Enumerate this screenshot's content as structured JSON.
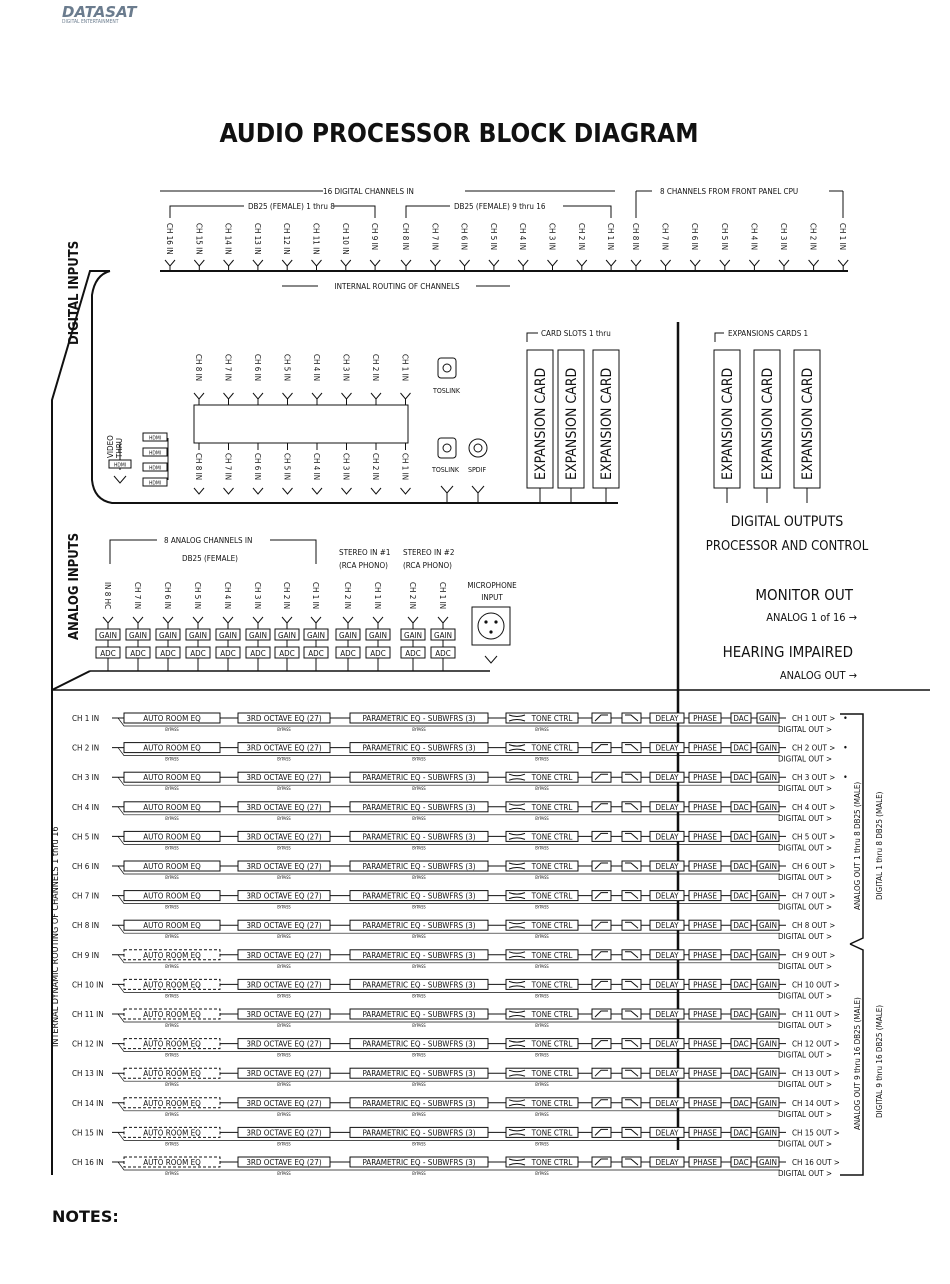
{
  "brand": {
    "name": "DATASAT",
    "subtitle": "DIGITAL ENTERTAINMENT",
    "color": "#6b7c8e"
  },
  "title": "AUDIO PROCESSOR BLOCK DIAGRAM",
  "digital_inputs": {
    "side_label": "DIGITAL INPUTS",
    "sixteen_label": "16 DIGITAL CHANNELS IN",
    "db25_a_label": "DB25 (FEMALE) 1 thru 8",
    "db25_b_label": "DB25 (FEMALE) 9 thru 16",
    "front_panel_label": "8 CHANNELS FROM FRONT PANEL CPU",
    "group_a": [
      "CH 16 IN",
      "CH 15 IN",
      "CH 14 IN",
      "CH 13 IN",
      "CH 12 IN",
      "CH 11 IN",
      "CH 10 IN",
      "CH 9 IN"
    ],
    "group_b": [
      "CH 8 IN",
      "CH 7 IN",
      "CH 6 IN",
      "CH 5 IN",
      "CH 4 IN",
      "CH 3 IN",
      "CH 2 IN",
      "CH 1 IN"
    ],
    "group_c": [
      "CH 8 IN",
      "CH 7 IN",
      "CH 6 IN",
      "CH 5 IN",
      "CH 4 IN",
      "CH 3 IN",
      "CH 2 IN",
      "CH 1 IN"
    ],
    "internal_routing": "INTERNAL ROUTING OF CHANNELS"
  },
  "hdmi_section": {
    "video_thru_line1": "VIDEO",
    "video_thru_line2": "THRU",
    "hdmi_label": "HDMI",
    "top_channels": [
      "CH 8 IN",
      "CH 7 IN",
      "CH 6 IN",
      "CH 5 IN",
      "CH 4 IN",
      "CH 3 IN",
      "CH 2 IN",
      "CH 1 IN"
    ],
    "bottom_channels": [
      "CH 8 IN",
      "CH 7 IN",
      "CH 6 IN",
      "CH 5 IN",
      "CH 4 IN",
      "CH 3 IN",
      "CH 2 IN",
      "CH 1 IN"
    ],
    "toslink_top": "TOSLINK",
    "toslink_bottom": "TOSLINK",
    "spdif": "SPDIF"
  },
  "card_slots": {
    "label": "CARD SLOTS 1 thru",
    "cards": [
      "EXPANSION CARD",
      "EXPANSION CARD",
      "EXPANSION CARD"
    ]
  },
  "expansion_cards": {
    "label": "EXPANSIONS CARDS 1",
    "cards": [
      "EXPANSION CARD",
      "EXPANSION CARD",
      "EXPANSION CARD"
    ]
  },
  "digital_outputs": {
    "line1": "DIGITAL OUTPUTS",
    "line2": "PROCESSOR AND CONTROL"
  },
  "monitor_out": {
    "title": "MONITOR OUT",
    "sub": "ANALOG 1 of 16 →"
  },
  "hearing_impaired": {
    "title": "HEARING IMPAIRED",
    "sub": "ANALOG OUT →"
  },
  "analog_inputs": {
    "side_label": "ANALOG INPUTS",
    "eight_label": "8 ANALOG CHANNELS IN",
    "db25_label": "DB25 (FEMALE)",
    "stereo1_line1": "STEREO IN #1",
    "stereo1_line2": "(RCA PHONO)",
    "stereo2_line1": "STEREO IN #2",
    "stereo2_line2": "(RCA PHONO)",
    "mic_line1": "MICROPHONE",
    "mic_line2": "INPUT",
    "db25_channels": [
      "IN 8 HC",
      "CH 7 IN",
      "CH 6 IN",
      "CH 5 IN",
      "CH 4 IN",
      "CH 3 IN",
      "CH 2 IN",
      "CH 1 IN"
    ],
    "stereo1_channels": [
      "CH 2 IN",
      "CH 1 IN"
    ],
    "stereo2_channels": [
      "CH 2 IN",
      "CH 1 IN"
    ],
    "gain": "GAIN",
    "adc": "ADC"
  },
  "routing_label": "INTERNAL DYNAMIC ROUTING OF CHANNELS 1 thru 16",
  "chain": {
    "auto_room_eq": "AUTO ROOM EQ",
    "third_octave": "3RD OCTAVE EQ (27)",
    "parametric": "PARAMETRIC EQ - SUBWFRS (3)",
    "tone_ctrl": "TONE CTRL",
    "delay": "DELAY",
    "phase": "PHASE",
    "dac": "DAC",
    "gain": "GAIN",
    "bypass": "BYPASS"
  },
  "rows": [
    {
      "in": "CH 1 IN",
      "out": "CH 1 OUT >",
      "digital": "DIGITAL OUT >",
      "dot": "•"
    },
    {
      "in": "CH 2 IN",
      "out": "CH 2 OUT >",
      "digital": "DIGITAL OUT >",
      "dot": "•"
    },
    {
      "in": "CH 3 IN",
      "out": "CH 3 OUT >",
      "digital": "DIGITAL OUT >",
      "dot": "•"
    },
    {
      "in": "CH 4 IN",
      "out": "CH 4 OUT >",
      "digital": "DIGITAL OUT >",
      "dot": ""
    },
    {
      "in": "CH 5 IN",
      "out": "CH 5 OUT >",
      "digital": "DIGITAL OUT >",
      "dot": ""
    },
    {
      "in": "CH 6 IN",
      "out": "CH 6 OUT >",
      "digital": "DIGITAL OUT >",
      "dot": ""
    },
    {
      "in": "CH 7 IN",
      "out": "CH 7 OUT >",
      "digital": "DIGITAL OUT >",
      "dot": ""
    },
    {
      "in": "CH 8 IN",
      "out": "CH 8 OUT >",
      "digital": "DIGITAL OUT >",
      "dot": ""
    },
    {
      "in": "CH 9 IN",
      "out": "CH 9 OUT >",
      "digital": "DIGITAL OUT >",
      "dot": ""
    },
    {
      "in": "CH 10 IN",
      "out": "CH 10 OUT >",
      "digital": "DIGITAL OUT >",
      "dot": ""
    },
    {
      "in": "CH 11 IN",
      "out": "CH 11 OUT >",
      "digital": "DIGITAL OUT >",
      "dot": ""
    },
    {
      "in": "CH 12 IN",
      "out": "CH 12 OUT >",
      "digital": "DIGITAL OUT >",
      "dot": ""
    },
    {
      "in": "CH 13 IN",
      "out": "CH 13 OUT >",
      "digital": "DIGITAL OUT >",
      "dot": ""
    },
    {
      "in": "CH 14 IN",
      "out": "CH 14 OUT >",
      "digital": "DIGITAL OUT >",
      "dot": ""
    },
    {
      "in": "CH 15 IN",
      "out": "CH 15 OUT >",
      "digital": "DIGITAL OUT >",
      "dot": ""
    },
    {
      "in": "CH 16 IN",
      "out": "CH 16 OUT >",
      "digital": "DIGITAL OUT >",
      "dot": ""
    }
  ],
  "right_side": {
    "analog_1_8": "ANALOG OUT 1 thru 8 DB25 (MALE)",
    "digital_1_8": "DIGITAL 1 thru 8 DB25 (MALE)",
    "analog_9_16": "ANALOG OUT 9 thru 16 DB25 (MALE)",
    "digital_9_16": "DIGITAL 9 thru 16 DB25 (MALE)"
  },
  "notes": "NOTES:"
}
